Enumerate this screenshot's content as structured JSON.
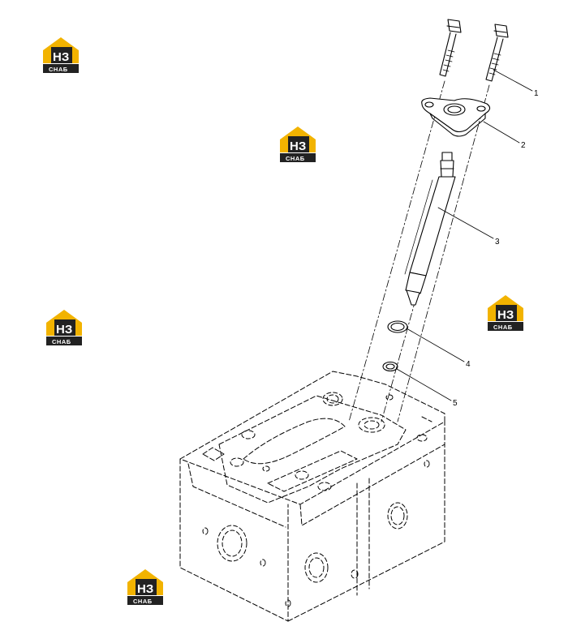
{
  "watermark": {
    "mark": "НЗ",
    "caption": "СНАБ",
    "colors": {
      "roof": "#f2b300",
      "dark": "#222222",
      "text": "#ffffff"
    }
  },
  "callouts": [
    {
      "id": "1",
      "label": "1"
    },
    {
      "id": "2",
      "label": "2"
    },
    {
      "id": "3",
      "label": "3"
    },
    {
      "id": "4",
      "label": "4"
    },
    {
      "id": "5",
      "label": "5"
    }
  ],
  "parts": [
    {
      "number": "1",
      "name": "bolt"
    },
    {
      "number": "2",
      "name": "clamp"
    },
    {
      "number": "3",
      "name": "injector"
    },
    {
      "number": "4",
      "name": "o-ring"
    },
    {
      "number": "5",
      "name": "washer"
    }
  ]
}
